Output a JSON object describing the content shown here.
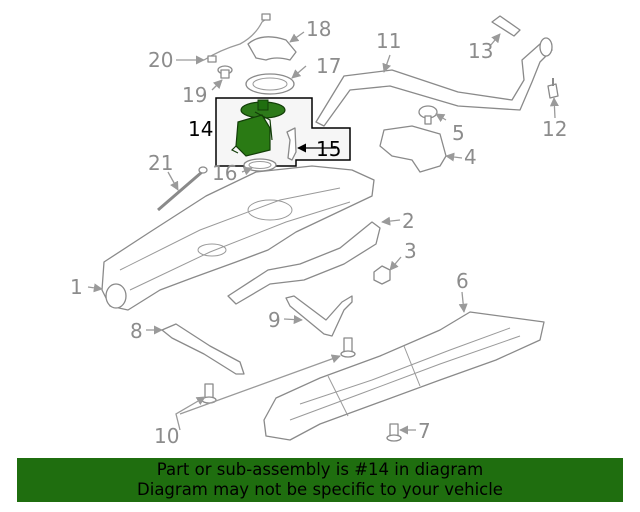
{
  "diagram": {
    "highlighted_part": "14",
    "callouts": [
      "1",
      "2",
      "3",
      "4",
      "5",
      "6",
      "7",
      "8",
      "9",
      "10",
      "11",
      "12",
      "13",
      "14",
      "15",
      "16",
      "17",
      "18",
      "19",
      "20",
      "21"
    ],
    "colors": {
      "highlight_fill": "#1f6e0f",
      "banner_bg": "#1f6e0f",
      "part_stroke": "#8a8a8a",
      "label_gray": "#8c8c8c"
    }
  },
  "banner": {
    "line1": "Part or sub-assembly is #14 in diagram",
    "line2": "Diagram may not be specific to your vehicle"
  }
}
